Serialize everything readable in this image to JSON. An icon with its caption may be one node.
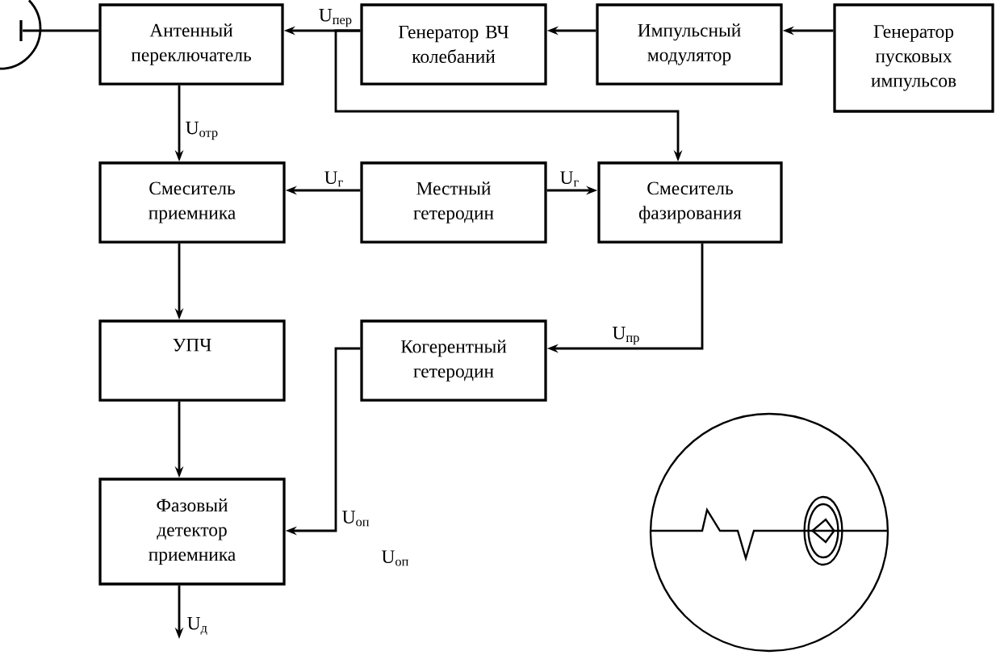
{
  "diagram": {
    "nodes": [
      {
        "text": [],
        "shape": "antenna"
      },
      {
        "text": [
          "Антенный переключатель"
        ]
      },
      {
        "text": [
          "Генератор ВЧ колебаний"
        ]
      },
      {
        "text": [
          "Импульсный модулятор"
        ]
      },
      {
        "text": [
          "Генератор пусковых импульсов"
        ]
      },
      {
        "text": [
          "Смеситель приемника"
        ]
      },
      {
        "text": [
          "Местный гетеродин"
        ]
      },
      {
        "text": [
          "Смеситель фазирования"
        ]
      },
      {
        "text": [
          "УПЧ"
        ]
      },
      {
        "text": [
          "Когерентный гетеродин"
        ]
      },
      {
        "text": [
          "Фазовый детектор приемника"
        ]
      }
    ],
    "edges": [
      {
        "from": 0,
        "to": 1,
        "arrow": "none"
      },
      {
        "from": 4,
        "to": 3,
        "arrow": "to"
      },
      {
        "from": 3,
        "to": 2,
        "arrow": "to"
      },
      {
        "from": 2,
        "to": 1,
        "arrow": "to",
        "label": "U$_{пер}$"
      },
      {
        "from": 2,
        "to": 7,
        "arrow": "to"
      },
      {
        "from": 1,
        "to": 5,
        "arrow": "to",
        "label": "U$_{отр}$"
      },
      {
        "from": 6,
        "to": 5,
        "arrow": "to",
        "label": "U$_{г}$"
      },
      {
        "from": 6,
        "to": 7,
        "arrow": "to",
        "label": "U$_{г}$"
      },
      {
        "from": 7,
        "to": 9,
        "arrow": "to",
        "label": "U$_{пр}$"
      },
      {
        "from": 5,
        "to": 8,
        "arrow": "to"
      },
      {
        "from": 8,
        "to": 10,
        "arrow": "to"
      },
      {
        "from": 9,
        "to": 10,
        "arrow": "to",
        "label": "U$_{оп}$"
      },
      {
        "from": 10,
        "to": null,
        "arrow": "to",
        "label": "U$_{д}$"
      }
    ],
    "labels": [
      "U$_{оп}$"
    ]
  }
}
